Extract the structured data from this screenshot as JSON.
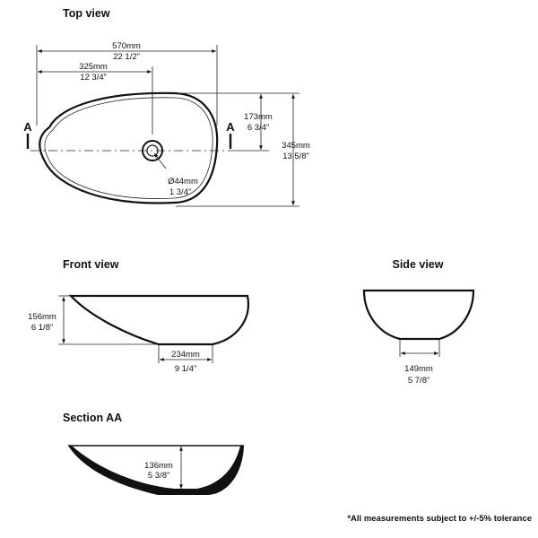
{
  "top_view": {
    "title": "Top view",
    "overall_length": {
      "mm": "570mm",
      "inch": "22 1/2”"
    },
    "drain_offset": {
      "mm": "325mm",
      "inch": "12 3/4”"
    },
    "half_width": {
      "mm": "173mm",
      "inch": "6 3/4”"
    },
    "overall_width": {
      "mm": "345mm",
      "inch": "13 5/8”"
    },
    "drain_diameter": {
      "mm": "Ø44mm",
      "inch": "1 3/4”"
    },
    "section_mark_left": "A",
    "section_mark_right": "A"
  },
  "front_view": {
    "title": "Front view",
    "height": {
      "mm": "156mm",
      "inch": "6 1/8”"
    },
    "base_length": {
      "mm": "234mm",
      "inch": "9 1/4”"
    }
  },
  "side_view": {
    "title": "Side view",
    "base_width": {
      "mm": "149mm",
      "inch": "5 7/8”"
    }
  },
  "section_aa": {
    "title": "Section AA",
    "inner_depth": {
      "mm": "136mm",
      "inch": "5 3/8”"
    }
  },
  "footnote": "*All measurements subject to +/-5% tolerance"
}
